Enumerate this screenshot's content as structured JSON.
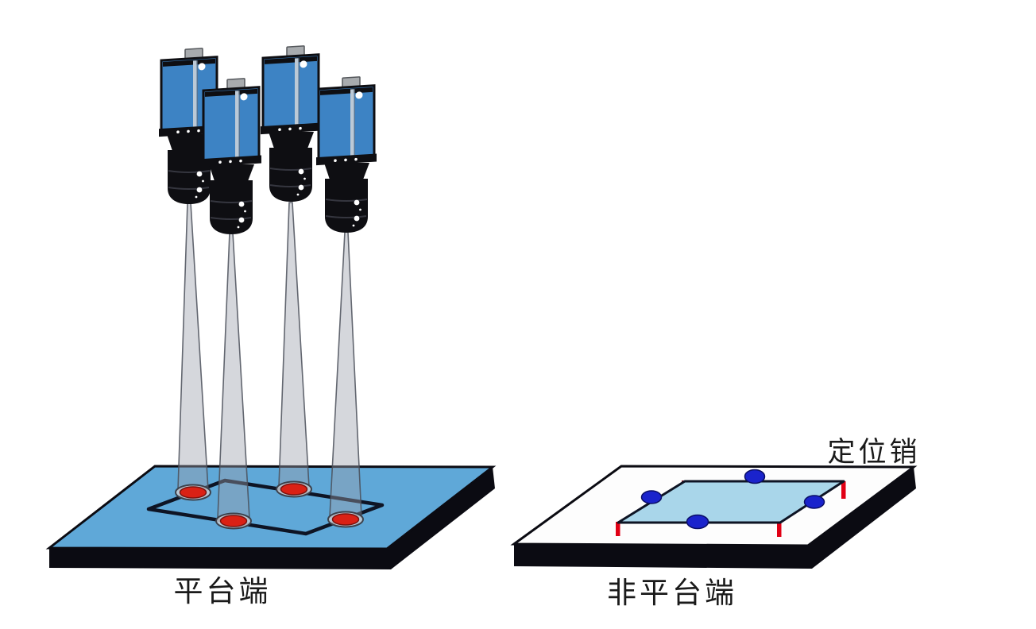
{
  "labels": {
    "platform_side": "平台端",
    "non_platform_side": "非平台端",
    "locating_pin": "定位销"
  },
  "scene": {
    "camera_count": 4,
    "beam_count": 4,
    "laser_spot_count": 4,
    "locating_pin_count": 4,
    "alignment_dot_count": 4
  },
  "colors": {
    "background": "#ffffff",
    "camera_blue": "#3d83c4",
    "camera_black": "#0e0e12",
    "connector_gray": "#a8abae",
    "stripe_silver": "#bcc9d6",
    "beam_gray": "#9aa0ab",
    "beam_edge": "#4a4f59",
    "platform_blue": "#5fa8d8",
    "platform_white": "#fdfdfd",
    "edge_black": "#0b0b12",
    "outline_navy": "#0e1424",
    "glass_blue": "#a9d6ea",
    "laser_red": "#da2115",
    "pin_red": "#e10015",
    "pin_dark_red": "#8c1020",
    "dot_blue": "#1a23cc",
    "text_black": "#1a1a1a"
  }
}
